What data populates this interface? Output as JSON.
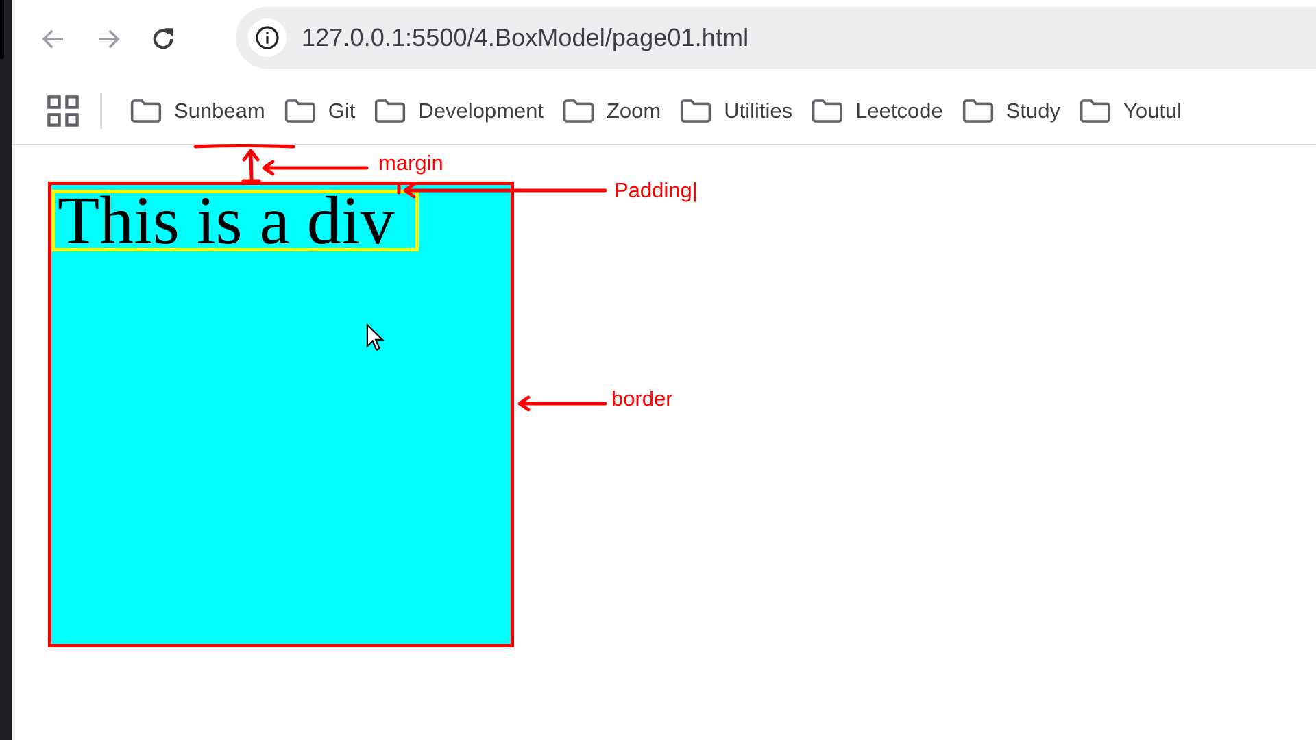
{
  "browser": {
    "url": "127.0.0.1:5500/4.BoxModel/page01.html",
    "back_icon": "back-arrow-icon",
    "forward_icon": "forward-arrow-icon",
    "reload_icon": "reload-icon",
    "site_info_icon": "info-icon"
  },
  "bookmarks": {
    "apps_icon": "apps-grid-icon",
    "items": [
      {
        "label": "Sunbeam",
        "icon": "folder-icon"
      },
      {
        "label": "Git",
        "icon": "folder-icon"
      },
      {
        "label": "Development",
        "icon": "folder-icon"
      },
      {
        "label": "Zoom",
        "icon": "folder-icon"
      },
      {
        "label": "Utilities",
        "icon": "folder-icon"
      },
      {
        "label": "Leetcode",
        "icon": "folder-icon"
      },
      {
        "label": "Study",
        "icon": "folder-icon"
      },
      {
        "label": "Youtul",
        "icon": "folder-icon"
      }
    ]
  },
  "page": {
    "div_text": "This is a div",
    "div_background": "#00ffff",
    "border_color": "#ff0000",
    "text_outline_color": "#ffff00"
  },
  "annotations": {
    "margin": "margin",
    "padding": "Padding|",
    "border": "border",
    "color": "#ff0000"
  }
}
